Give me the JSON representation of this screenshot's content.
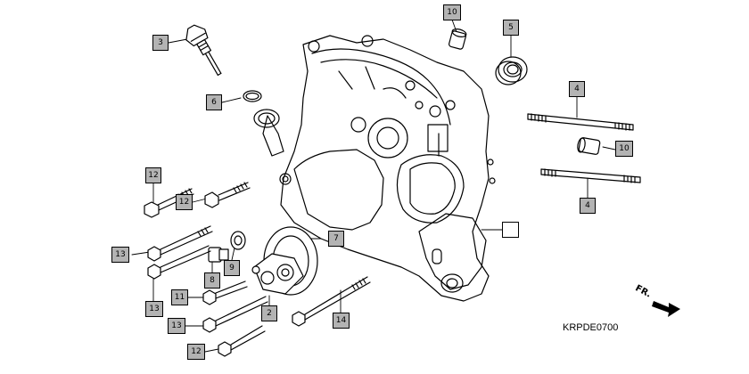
{
  "callouts": {
    "c3": "3",
    "c6": "6",
    "c10_top": "10",
    "c5": "5",
    "c4_top": "4",
    "c10_mid": "10",
    "c4_low": "4",
    "c12_left": "12",
    "c12_mid": "12",
    "c7": "7",
    "c9": "9",
    "c13_left": "13",
    "c8": "8",
    "c13_low": "13",
    "c11": "11",
    "c2": "2",
    "c14": "14",
    "c13_bottom": "13",
    "c12_bottom": "12",
    "c_blank": ""
  },
  "drawing_code": "KRPDE0700",
  "front_marker": "FR."
}
